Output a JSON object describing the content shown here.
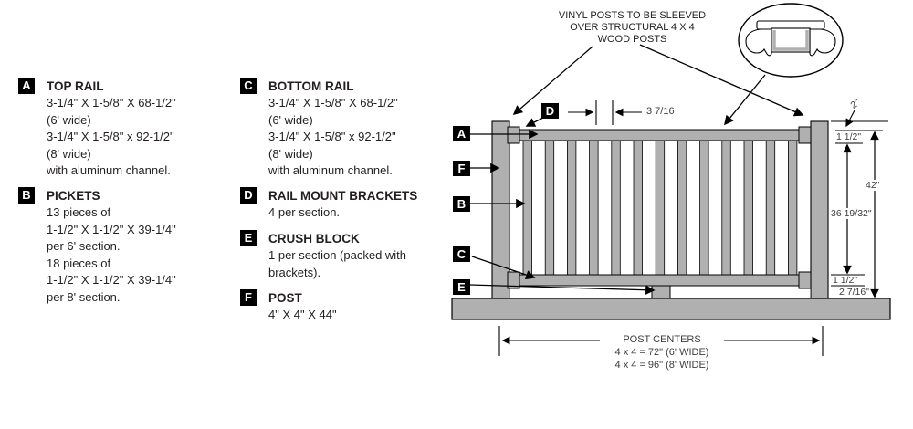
{
  "parts_list": {
    "items": [
      {
        "key": "A",
        "title": "TOP RAIL",
        "lines": [
          "3-1/4\" X 1-5/8\" X 68-1/2\"",
          "(6' wide)",
          "3-1/4\" X 1-5/8\" x 92-1/2\"",
          "(8' wide)",
          "with aluminum channel."
        ]
      },
      {
        "key": "B",
        "title": "PICKETS",
        "lines": [
          "13 pieces of",
          "1-1/2\" X 1-1/2\" X 39-1/4\"",
          "per 6' section.",
          "18 pieces of",
          "1-1/2\" X 1-1/2\" X 39-1/4\"",
          "per 8' section."
        ]
      },
      {
        "key": "C",
        "title": "BOTTOM RAIL",
        "lines": [
          "3-1/4\" X 1-5/8\" X 68-1/2\"",
          "(6' wide)",
          "3-1/4\" X 1-5/8\" x 92-1/2\"",
          "(8' wide)",
          "with aluminum channel."
        ]
      },
      {
        "key": "D",
        "title": "RAIL MOUNT BRACKETS",
        "lines": [
          "4 per section."
        ]
      },
      {
        "key": "E",
        "title": "CRUSH BLOCK",
        "lines": [
          "1 per section (packed with",
          "brackets)."
        ]
      },
      {
        "key": "F",
        "title": "POST",
        "lines": [
          "4\" X 4\" X 44\""
        ]
      }
    ]
  },
  "diagram": {
    "note_lines": [
      "VINYL POSTS TO BE SLEEVED",
      "OVER STRUCTURAL 4 X 4",
      "WOOD POSTS"
    ],
    "dims": {
      "picket_gap": "3 7/16",
      "post_top": "2\"",
      "top_rail_h": "1 1/2\"",
      "overall_height": "42\"",
      "picket_length": "36 19/32\"",
      "bottom_rail_h": "1 1/2\"",
      "bottom_gap": "2 7/16\"",
      "post_centers": "POST CENTERS",
      "post_centers_6": "4 x 4 = 72\" (6' WIDE)",
      "post_centers_8": "4 x 4 = 96\" (8' WIDE)"
    },
    "colors": {
      "part_fill": "#b0b0b0",
      "outline": "#000000",
      "label_bg": "#000000",
      "label_fg": "#ffffff"
    }
  }
}
